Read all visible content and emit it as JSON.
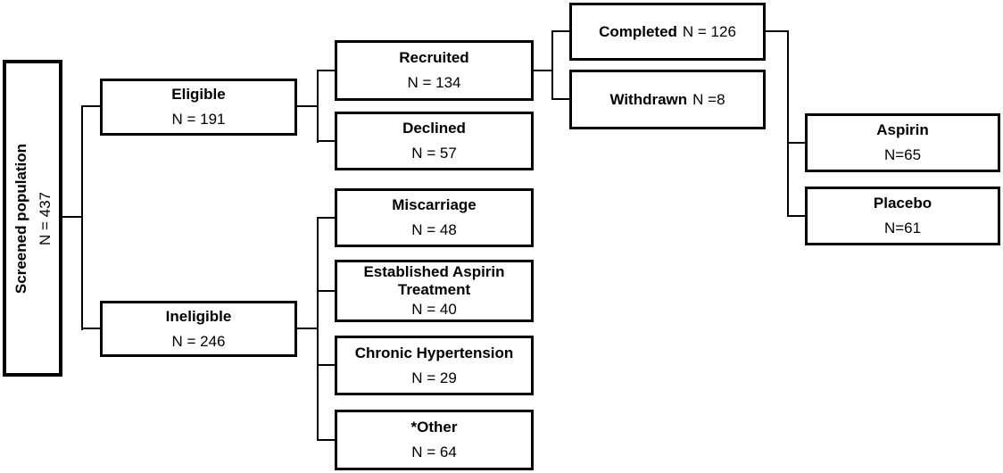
{
  "diagram": {
    "type": "flowchart",
    "background_color": "#ffffff",
    "box_border_color": "#000000",
    "line_color": "#000000",
    "nodes": {
      "screened": {
        "label": "Screened population",
        "value": "N = 437"
      },
      "eligible": {
        "label": "Eligible",
        "value": "N = 191"
      },
      "ineligible": {
        "label": "Ineligible",
        "value": "N = 246"
      },
      "recruited": {
        "label": "Recruited",
        "value": "N = 134"
      },
      "declined": {
        "label": "Declined",
        "value": "N = 57"
      },
      "completed": {
        "label": "Completed",
        "value": "N = 126"
      },
      "withdrawn": {
        "label": "Withdrawn",
        "value": "N =8"
      },
      "aspirin": {
        "label": "Aspirin",
        "value": "N=65"
      },
      "placebo": {
        "label": "Placebo",
        "value": "N=61"
      },
      "miscarriage": {
        "label": "Miscarriage",
        "value": "N = 48"
      },
      "established": {
        "label": "Established Aspirin Treatment",
        "value": "N = 40"
      },
      "chronic": {
        "label": "Chronic Hypertension",
        "value": "N = 29"
      },
      "other": {
        "label": "*Other",
        "value": "N = 64"
      }
    },
    "edges": [
      {
        "from": "screened",
        "to": "eligible"
      },
      {
        "from": "screened",
        "to": "ineligible"
      },
      {
        "from": "eligible",
        "to": "recruited"
      },
      {
        "from": "eligible",
        "to": "declined"
      },
      {
        "from": "recruited",
        "to": "completed"
      },
      {
        "from": "recruited",
        "to": "withdrawn"
      },
      {
        "from": "completed",
        "to": "aspirin"
      },
      {
        "from": "completed",
        "to": "placebo"
      },
      {
        "from": "ineligible",
        "to": "miscarriage"
      },
      {
        "from": "ineligible",
        "to": "established"
      },
      {
        "from": "ineligible",
        "to": "chronic"
      },
      {
        "from": "ineligible",
        "to": "other"
      }
    ]
  }
}
